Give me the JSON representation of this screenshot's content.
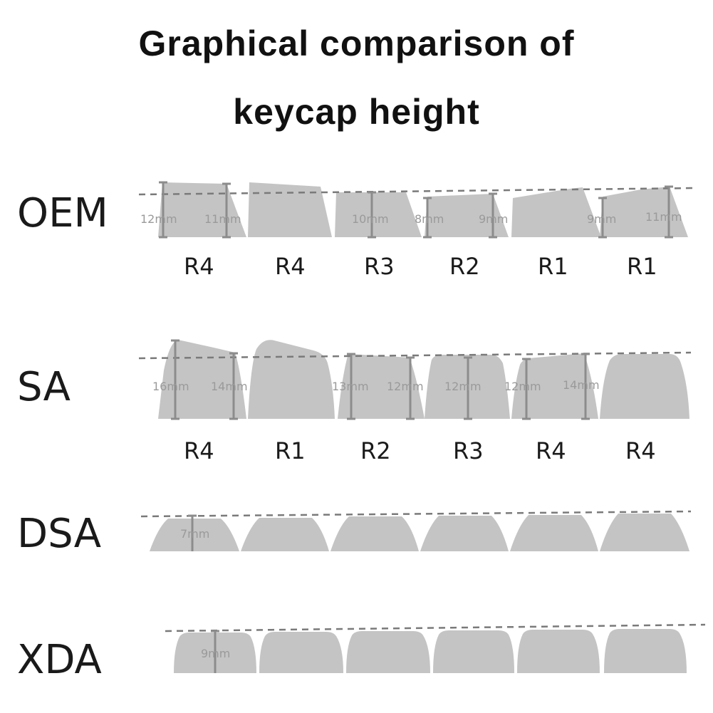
{
  "title": {
    "line1": "Graphical comparison of",
    "line2": "keycap height"
  },
  "profiles": [
    {
      "name": "OEM",
      "row_labels": [
        "R4",
        "R4",
        "R3",
        "R2",
        "R1",
        "R1"
      ],
      "measurements": [
        "12mm",
        "11mm",
        "10mm",
        "8mm",
        "9mm",
        "9mm",
        "11mm"
      ]
    },
    {
      "name": "SA",
      "row_labels": [
        "R4",
        "R1",
        "R2",
        "R3",
        "R4",
        "R4"
      ],
      "measurements": [
        "16mm",
        "14mm",
        "13mm",
        "12mm",
        "12mm",
        "12mm",
        "14mm"
      ]
    },
    {
      "name": "DSA",
      "row_labels": [],
      "measurements": [
        "7mm"
      ]
    },
    {
      "name": "XDA",
      "row_labels": [],
      "measurements": [
        "9mm"
      ]
    }
  ],
  "colors": {
    "keycap": "#c4c4c4",
    "dashed_line": "#7a7a7a",
    "measure_bar": "#8c8c8c",
    "text": "#1a1a1a"
  }
}
